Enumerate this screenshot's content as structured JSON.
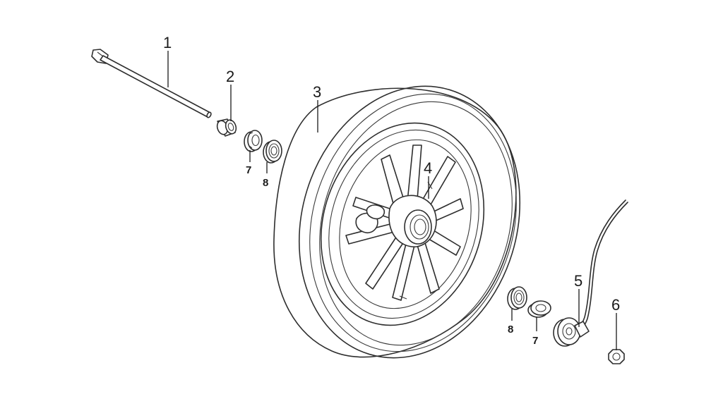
{
  "diagram": {
    "callouts": [
      {
        "id": "axle",
        "label": "1"
      },
      {
        "id": "spacer",
        "label": "2"
      },
      {
        "id": "tire",
        "label": "3"
      },
      {
        "id": "rim",
        "label": "4"
      },
      {
        "id": "speedometer-drive",
        "label": "5"
      },
      {
        "id": "axle-nut",
        "label": "6"
      },
      {
        "id": "oil-seal-left",
        "label": "7"
      },
      {
        "id": "bearing-left",
        "label": "8"
      },
      {
        "id": "bearing-right",
        "label": "8"
      },
      {
        "id": "oil-seal-right",
        "label": "7"
      }
    ]
  }
}
